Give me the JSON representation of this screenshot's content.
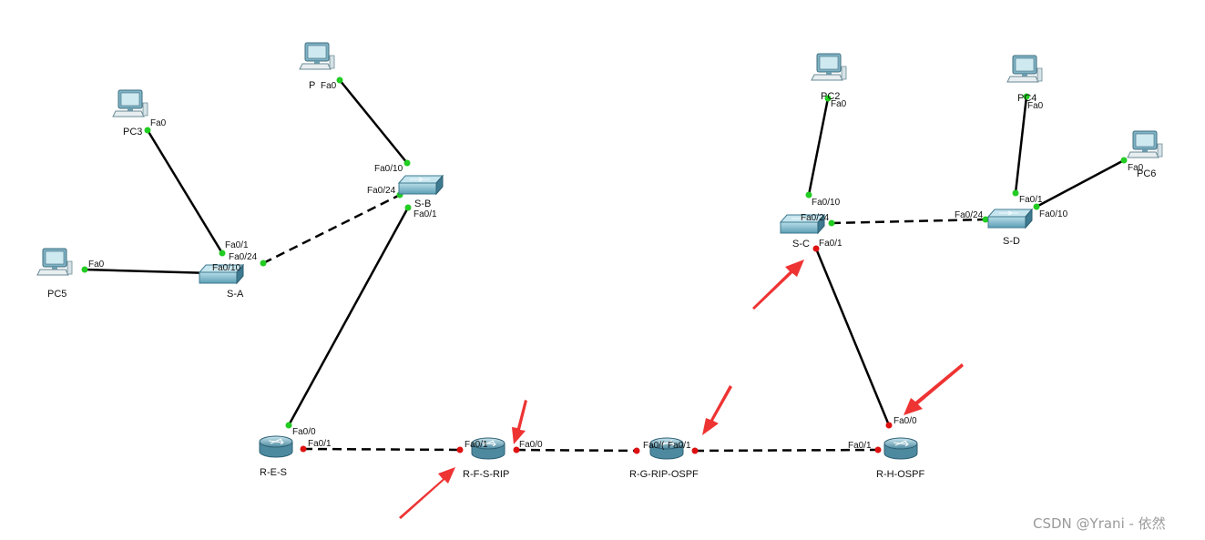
{
  "topology": {
    "devices": [
      {
        "id": "PC3",
        "type": "pc",
        "label": "PC3"
      },
      {
        "id": "PC5",
        "type": "pc",
        "label": "PC5"
      },
      {
        "id": "PC1",
        "type": "pc",
        "label": "P"
      },
      {
        "id": "PC2",
        "type": "pc",
        "label": "PC2"
      },
      {
        "id": "PC4",
        "type": "pc",
        "label": "PC4"
      },
      {
        "id": "PC6",
        "type": "pc",
        "label": "PC6"
      },
      {
        "id": "SA",
        "type": "switch",
        "label": "S-A"
      },
      {
        "id": "SB",
        "type": "switch",
        "label": "S-B"
      },
      {
        "id": "SC",
        "type": "switch",
        "label": "S-C"
      },
      {
        "id": "SD",
        "type": "switch",
        "label": "S-D"
      },
      {
        "id": "RE",
        "type": "router",
        "label": "R-E-S"
      },
      {
        "id": "RF",
        "type": "router",
        "label": "R-F-S-RIP"
      },
      {
        "id": "RG",
        "type": "router",
        "label": "R-G-RIP-OSPF"
      },
      {
        "id": "RH",
        "type": "router",
        "label": "R-H-OSPF"
      }
    ],
    "links": [
      {
        "from": "PC3",
        "to": "SA",
        "style": "solid",
        "from_port": "Fa0",
        "to_port": "Fa0/1",
        "from_status": "up",
        "to_status": "up"
      },
      {
        "from": "PC5",
        "to": "SA",
        "style": "solid",
        "from_port": "Fa0",
        "to_port": "Fa0/10",
        "from_status": "up",
        "to_status": "up"
      },
      {
        "from": "SA",
        "to": "SB",
        "style": "dashed",
        "from_port": "Fa0/24",
        "to_port": "Fa0/24",
        "from_status": "up",
        "to_status": "up"
      },
      {
        "from": "PC1",
        "to": "SB",
        "style": "solid",
        "from_port": "Fa0",
        "to_port": "Fa0/10",
        "from_status": "up",
        "to_status": "up"
      },
      {
        "from": "SB",
        "to": "RE",
        "style": "solid",
        "from_port": "Fa0/1",
        "to_port": "Fa0/0",
        "from_status": "up",
        "to_status": "up"
      },
      {
        "from": "RE",
        "to": "RF",
        "style": "dashed",
        "from_port": "Fa0/1",
        "to_port": "Fa0/1",
        "from_status": "down",
        "to_status": "down"
      },
      {
        "from": "RF",
        "to": "RG",
        "style": "dashed",
        "from_port": "Fa0/0",
        "to_port": "Fa0/0",
        "from_status": "down",
        "to_status": "down"
      },
      {
        "from": "RG",
        "to": "RH",
        "style": "dashed",
        "from_port": "Fa0/1",
        "to_port": "Fa0/1",
        "from_status": "down",
        "to_status": "down"
      },
      {
        "from": "PC2",
        "to": "SC",
        "style": "solid",
        "from_port": "Fa0",
        "to_port": "Fa0/10",
        "from_status": "up",
        "to_status": "up"
      },
      {
        "from": "SC",
        "to": "SD",
        "style": "dashed",
        "from_port": "Fa0/24",
        "to_port": "Fa0/24",
        "from_status": "up",
        "to_status": "up"
      },
      {
        "from": "PC4",
        "to": "SD",
        "style": "solid",
        "from_port": "Fa0",
        "to_port": "Fa0/1",
        "from_status": "up",
        "to_status": "up"
      },
      {
        "from": "PC6",
        "to": "SD",
        "style": "solid",
        "from_port": "Fa0",
        "to_port": "Fa0/10",
        "from_status": "up",
        "to_status": "up"
      },
      {
        "from": "SC",
        "to": "RH",
        "style": "solid",
        "from_port": "Fa0/1",
        "to_port": "Fa0/0",
        "from_status": "down",
        "to_status": "down"
      }
    ]
  },
  "port_labels": {
    "pc3_fa0": "Fa0",
    "pc5_fa0": "Fa0",
    "pc1_fa0": "Fa0",
    "sa_fa0_1": "Fa0/1",
    "sa_fa0_24": "Fa0/24",
    "sa_fa0_10": "Fa0/10",
    "sb_fa0_10": "Fa0/10",
    "sb_fa0_24": "Fa0/24",
    "sb_fa0_1": "Fa0/1",
    "re_fa0_0": "Fa0/0",
    "re_fa0_1": "Fa0/1",
    "rf_fa0_1": "Fa0/1",
    "rf_fa0_0": "Fa0/0",
    "rg_fa0_0": "Fa0/(",
    "rg_fa0_1": "Fa0/1",
    "rh_fa0_1": "Fa0/1",
    "rh_fa0_0": "Fa0/0",
    "pc2_fa0": "Fa0",
    "pc4_fa0": "Fa0",
    "pc6_fa0": "Fa0",
    "sc_fa0_10": "Fa0/10",
    "sc_fa0_24": "Fa0/24",
    "sc_fa0_1": "Fa0/1",
    "sd_fa0_24": "Fa0/24",
    "sd_fa0_1": "Fa0/1",
    "sd_fa0_10": "Fa0/10"
  },
  "status_colors": {
    "up": "#22cc22",
    "down": "#dd1111"
  },
  "link_color": "#000000",
  "annotation_color": "#ee3333",
  "device_colors": {
    "body": "#5d9fb5",
    "dark": "#3e7a90",
    "light": "#a9d3e0"
  },
  "watermark": "CSDN @Yrani - 依然"
}
